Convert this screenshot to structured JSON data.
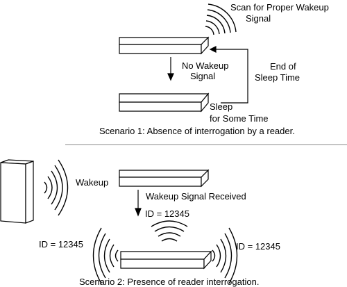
{
  "scenario1": {
    "scan_label_line1": "Scan for Proper Wakeup",
    "scan_label_line2": "Signal",
    "no_wakeup_line1": "No Wakeup",
    "no_wakeup_line2": "Signal",
    "end_sleep_line1": "End of",
    "end_sleep_line2": "Sleep Time",
    "sleep_line1": "Sleep",
    "sleep_line2": "for Some Time",
    "caption": "Scenario 1: Absence of interrogation by a reader."
  },
  "scenario2": {
    "wakeup_label": "Wakeup",
    "signal_received_label": "Wakeup Signal Received",
    "id_top": "ID = 12345",
    "id_left": "ID = 12345",
    "id_right": "ID = 12345",
    "caption": "Scenario 2: Presence of reader interrogation."
  },
  "colors": {
    "stroke": "#000000",
    "box_fill": "#ffffff",
    "divider": "#888888"
  }
}
